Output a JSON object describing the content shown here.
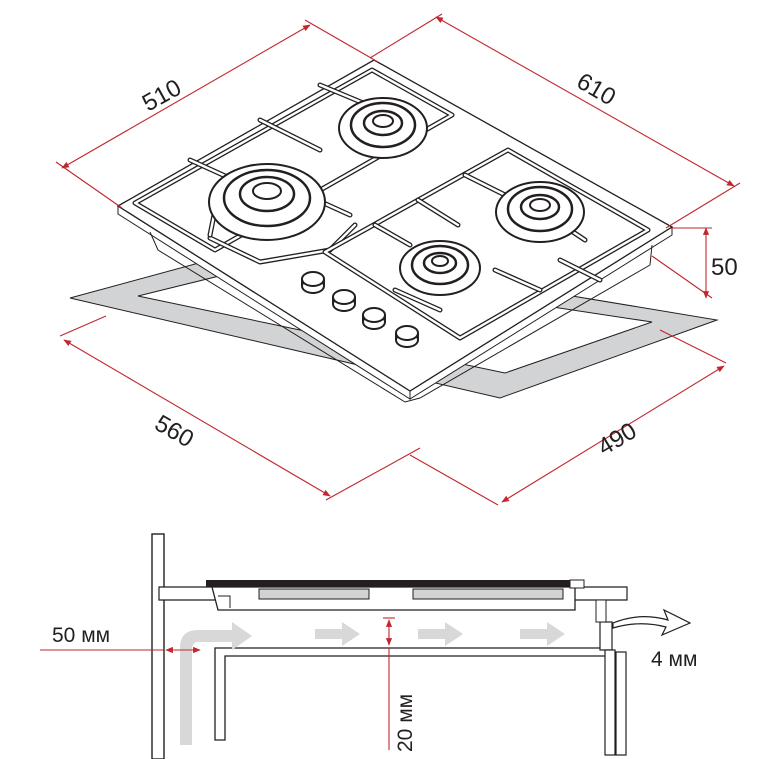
{
  "dimensions": {
    "hob_depth": "510",
    "hob_width": "610",
    "hob_height": "50",
    "cutout_width": "560",
    "cutout_depth": "490"
  },
  "section": {
    "wall_gap": "50 мм",
    "vent_gap": "4 мм",
    "clearance": "20 мм"
  },
  "colors": {
    "dimension_line": "#c1272d",
    "outline": "#231f20",
    "cutout_fill": "#d1d3d4",
    "airflow_arrow": "#d8d8d8"
  }
}
